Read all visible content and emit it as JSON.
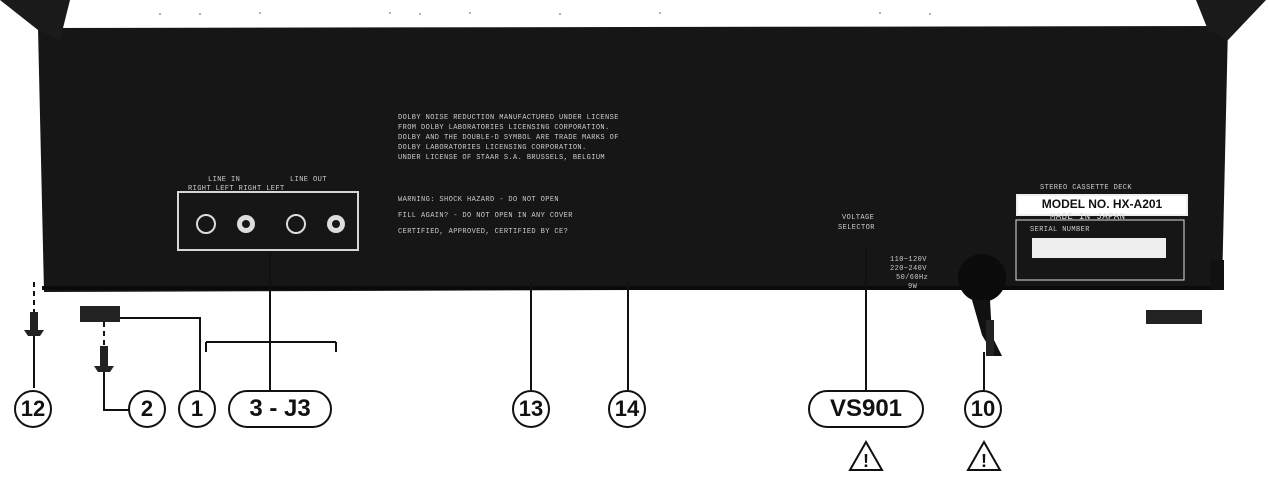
{
  "panel": {
    "jack_header_left": "LINE IN",
    "jack_header_right": "LINE OUT",
    "jack_labels": "RIGHT  LEFT      RIGHT   LEFT"
  },
  "notice": {
    "dolby_lines": [
      "DOLBY NOISE REDUCTION MANUFACTURED UNDER LICENSE",
      "FROM DOLBY LABORATORIES LICENSING CORPORATION.",
      "DOLBY AND THE DOUBLE-D SYMBOL ARE TRADE MARKS OF",
      "DOLBY LABORATORIES LICENSING CORPORATION.",
      "UNDER LICENSE OF STAAR S.A. BRUSSELS, BELGIUM"
    ],
    "warning_lines": [
      "WARNING: SHOCK HAZARD - DO NOT OPEN",
      "FILL AGAIN? - DO NOT OPEN IN ANY COVER",
      "CERTIFIED, APPROVED, CERTIFIED BY CE?"
    ]
  },
  "voltage": {
    "selector_text": [
      "VOLTAGE",
      "SELECTOR"
    ],
    "options": [
      "110~120V",
      "220~240V",
      "50/60Hz",
      "9W"
    ]
  },
  "nameplate": {
    "top": "STEREO CASSETTE DECK",
    "model": "MODEL NO. HX-A201",
    "made_in": "MADE IN JAPAN",
    "serial": "SERIAL NUMBER"
  },
  "callouts": {
    "c12": "12",
    "c2": "2",
    "c1": "1",
    "c3j3": "3 - J3",
    "c13": "13",
    "c14": "14",
    "vs901": "VS901",
    "c10": "10"
  },
  "warning_symbol": "!"
}
